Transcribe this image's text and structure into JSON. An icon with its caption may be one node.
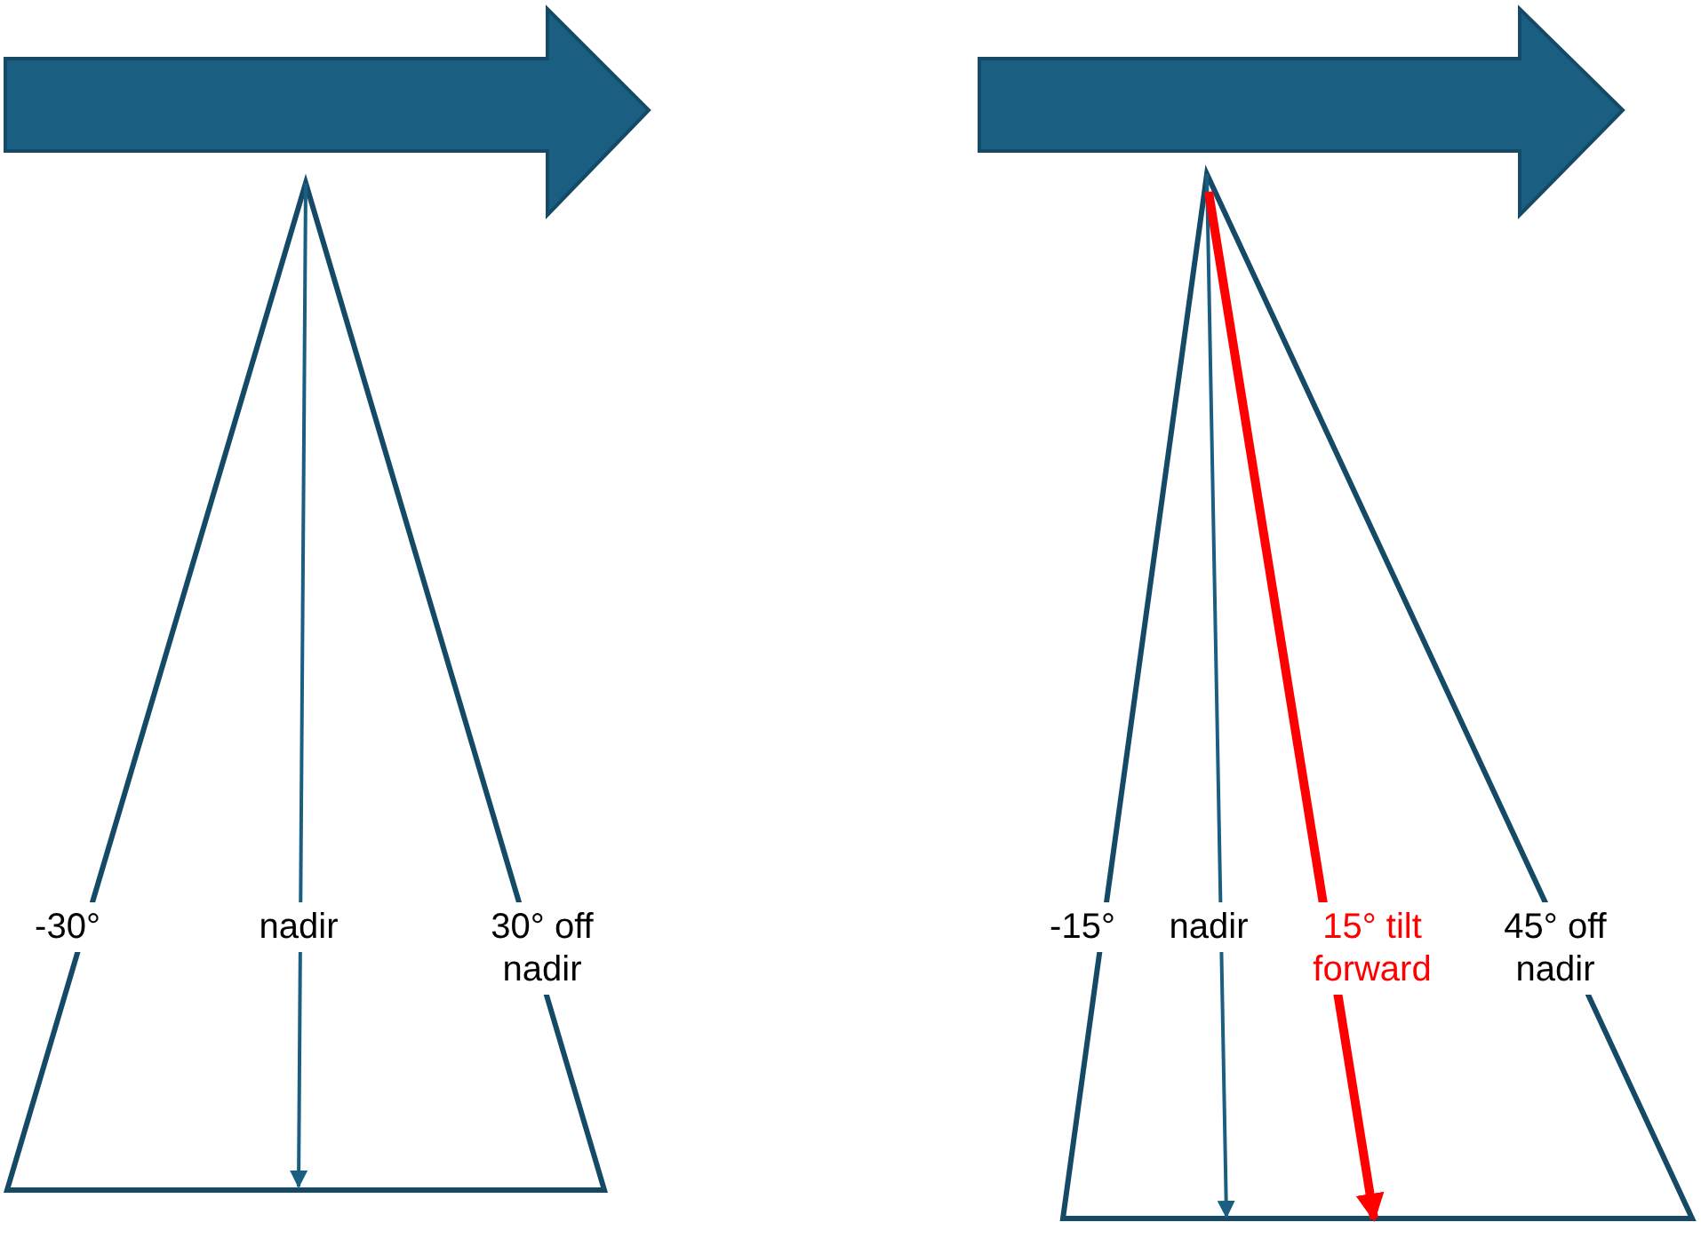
{
  "diagram": {
    "labels": [
      "-30°",
      "nadir",
      "30° off nadir",
      "-15°",
      "nadir",
      "15° tilt forward",
      "45° off nadir"
    ]
  }
}
